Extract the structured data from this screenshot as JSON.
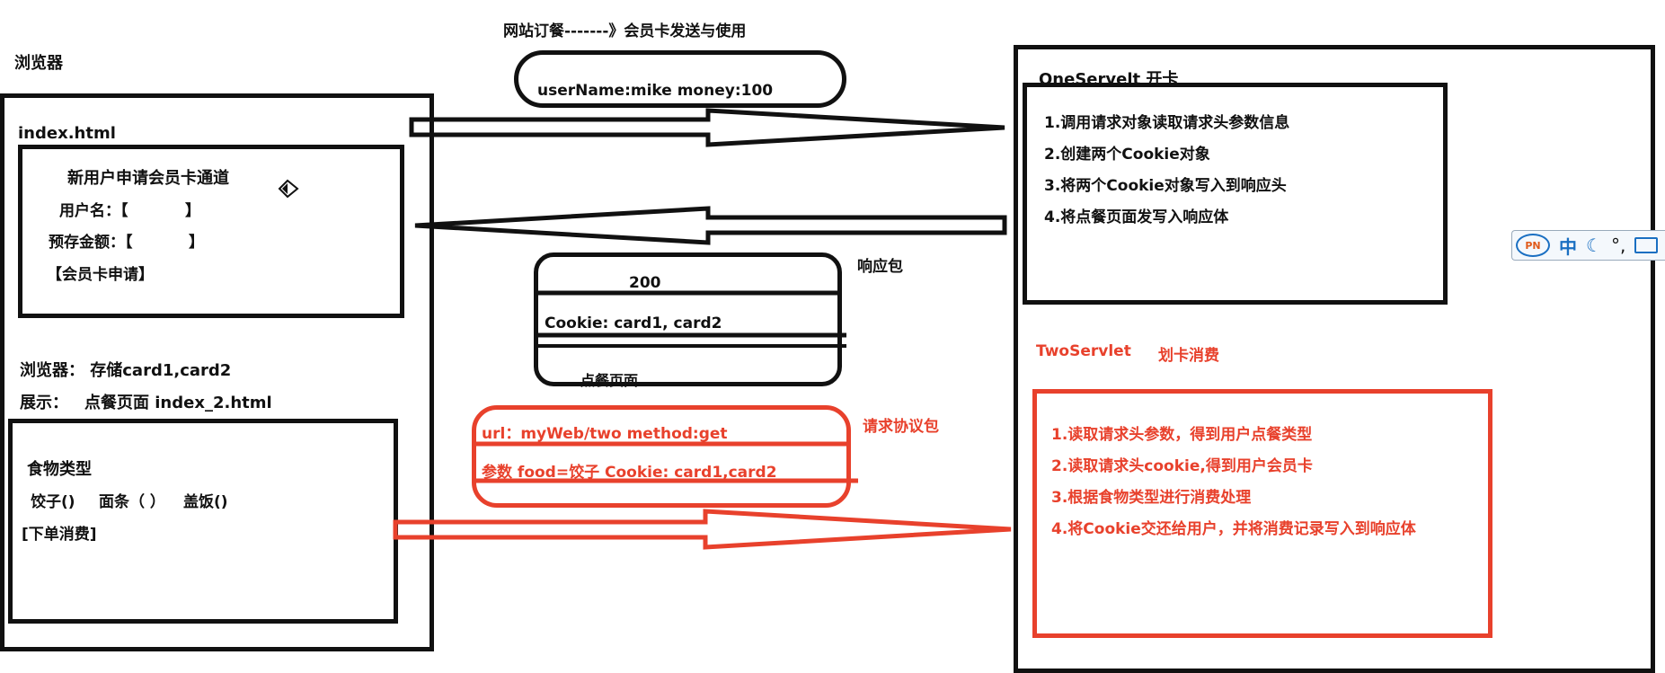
{
  "title": "网站订餐-------》会员卡发送与使用",
  "browser_label": "浏览器",
  "cookie_bubble": "userName:mike  money:100",
  "browser_page": {
    "file": "index.html",
    "form": {
      "heading": "新用户申请会员卡通道",
      "username_label": "用户名：【",
      "username_close": "】",
      "deposit_label": "预存金额：【",
      "deposit_close": "】",
      "apply_button": "【会员卡申请】"
    },
    "storage_note": "浏览器： 存储card1,card2",
    "display_note_label": "展示：",
    "display_note_value": "点餐页面  index_2.html",
    "order_form": {
      "heading": "食物类型",
      "options": [
        "饺子()",
        "面条（ ）",
        "盖饭()"
      ],
      "submit_button": "[下单消费]"
    }
  },
  "response_packet": {
    "label": "响应包",
    "status": "200",
    "header": "Cookie: card1, card2",
    "body": "点餐页面"
  },
  "request_packet": {
    "label": "请求协议包",
    "line": "url：myWeb/two    method:get",
    "params": "参数 food=饺子    Cookie: card1,card2"
  },
  "server": {
    "one_servlet": {
      "title": "OneServelt  开卡",
      "steps": [
        "1.调用请求对象读取请求头参数信息",
        "2.创建两个Cookie对象",
        "3.将两个Cookie对象写入到响应头",
        "4.将点餐页面发写入响应体"
      ]
    },
    "two_servlet": {
      "title": "TwoServlet",
      "subtitle": "划卡消费",
      "steps": [
        "1.读取请求头参数，得到用户点餐类型",
        "2.读取请求头cookie,得到用户会员卡",
        "3.根据食物类型进行消费处理",
        "4.将Cookie交还给用户，并将消费记录写入到响应体"
      ]
    }
  },
  "ime_toolbar": {
    "logo": "PN",
    "mode": "中",
    "icons": [
      "moon-icon",
      "punctuation-icon",
      "keyboard-icon"
    ]
  },
  "colors": {
    "ink": "#111111",
    "red": "#e8412c"
  }
}
